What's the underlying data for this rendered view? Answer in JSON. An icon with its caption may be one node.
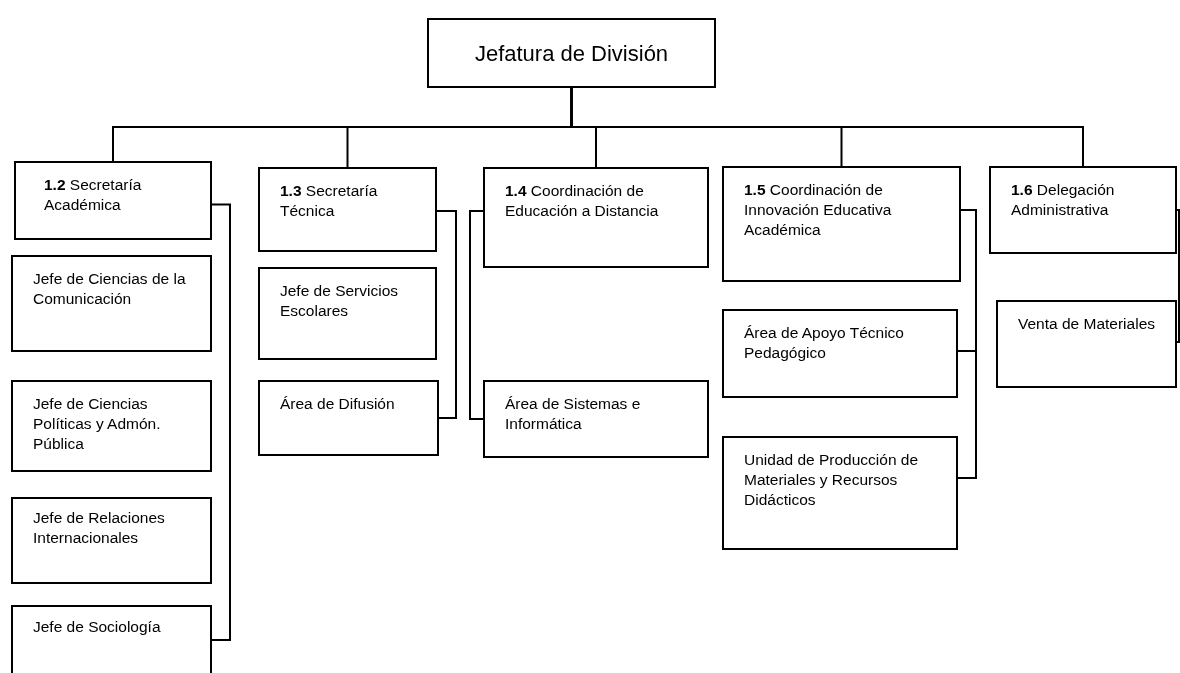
{
  "diagram": {
    "nodes": [
      {
        "text": [
          "Jefatura de División"
        ]
      },
      {
        "text": [
          "**1.2** Secretaría Académica"
        ]
      },
      {
        "text": [
          "Jefe de Ciencias de la Comunicación"
        ]
      },
      {
        "text": [
          "Jefe de Ciencias Políticas y Admón. Pública"
        ]
      },
      {
        "text": [
          "Jefe de Relaciones Internacionales"
        ]
      },
      {
        "text": [
          "Jefe de Sociología"
        ]
      },
      {
        "text": [
          "**1.3** Secretaría Técnica"
        ]
      },
      {
        "text": [
          "Jefe de Servicios Escolares"
        ]
      },
      {
        "text": [
          "Área de Difusión"
        ]
      },
      {
        "text": [
          "**1.4** Coordinación de Educación a Distancia"
        ]
      },
      {
        "text": [
          "Área de Sistemas e Informática"
        ]
      },
      {
        "text": [
          "**1.5** Coordinación de Innovación Educativa Académica"
        ]
      },
      {
        "text": [
          "Área de Apoyo Técnico Pedagógico"
        ]
      },
      {
        "text": [
          "Unidad de Producción de Materiales y Recursos Didácticos"
        ]
      },
      {
        "text": [
          "**1.6** Delegación Administrativa"
        ]
      },
      {
        "text": [
          "Venta de Materiales"
        ]
      }
    ],
    "edges": [
      {
        "from": 0,
        "to": 1,
        "arrow": "none"
      },
      {
        "from": 0,
        "to": 6,
        "arrow": "none"
      },
      {
        "from": 0,
        "to": 9,
        "arrow": "none"
      },
      {
        "from": 0,
        "to": 11,
        "arrow": "none"
      },
      {
        "from": 0,
        "to": 14,
        "arrow": "none"
      },
      {
        "from": 1,
        "to": 5,
        "arrow": "none"
      },
      {
        "from": 6,
        "to": 8,
        "arrow": "none"
      },
      {
        "from": 9,
        "to": 10,
        "arrow": "none"
      },
      {
        "from": 11,
        "to": 12,
        "arrow": "none"
      },
      {
        "from": 11,
        "to": 13,
        "arrow": "none"
      },
      {
        "from": 14,
        "to": 15,
        "arrow": "none"
      }
    ]
  }
}
